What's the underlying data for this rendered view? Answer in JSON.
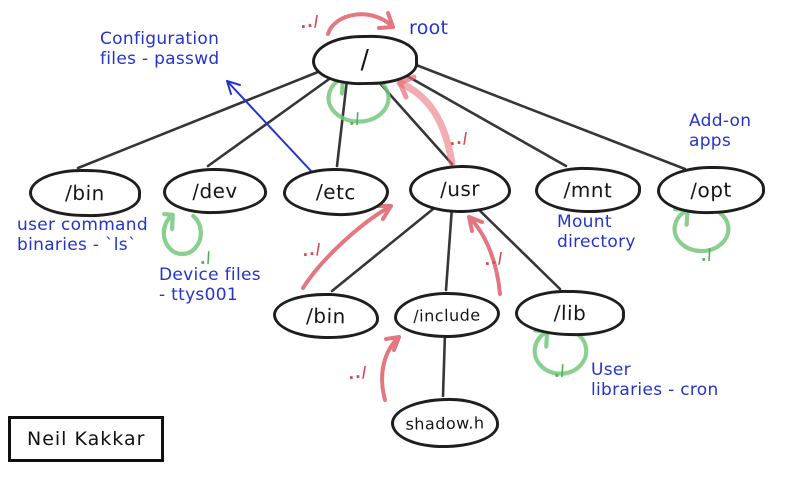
{
  "colors": {
    "annotation_blue": "#2334cc",
    "arrow_red": "#d6454f",
    "loop_green": "#6fc276",
    "ink_black": "#1e1e1e",
    "background": "#ffffff"
  },
  "nodes": {
    "root": "/",
    "bin": "/bin",
    "dev": "/dev",
    "etc": "/etc",
    "usr": "/usr",
    "mnt": "/mnt",
    "opt": "/opt",
    "usr_bin": "/bin",
    "usr_include": "/include",
    "usr_lib": "/lib",
    "shadow_h": "shadow.h"
  },
  "annotations": {
    "root_label": "root",
    "configuration": "Configuration\nfiles - passwd",
    "user_command": "user command\nbinaries - `ls`",
    "device_files": "Device files\n- ttys001",
    "mount_directory": "Mount\ndirectory",
    "addon_apps": "Add-on\napps",
    "user_libraries": "User\nlibraries - cron"
  },
  "markers": {
    "parent_dir": "../",
    "current_dir": "./"
  },
  "signature": "Neil Kakkar"
}
